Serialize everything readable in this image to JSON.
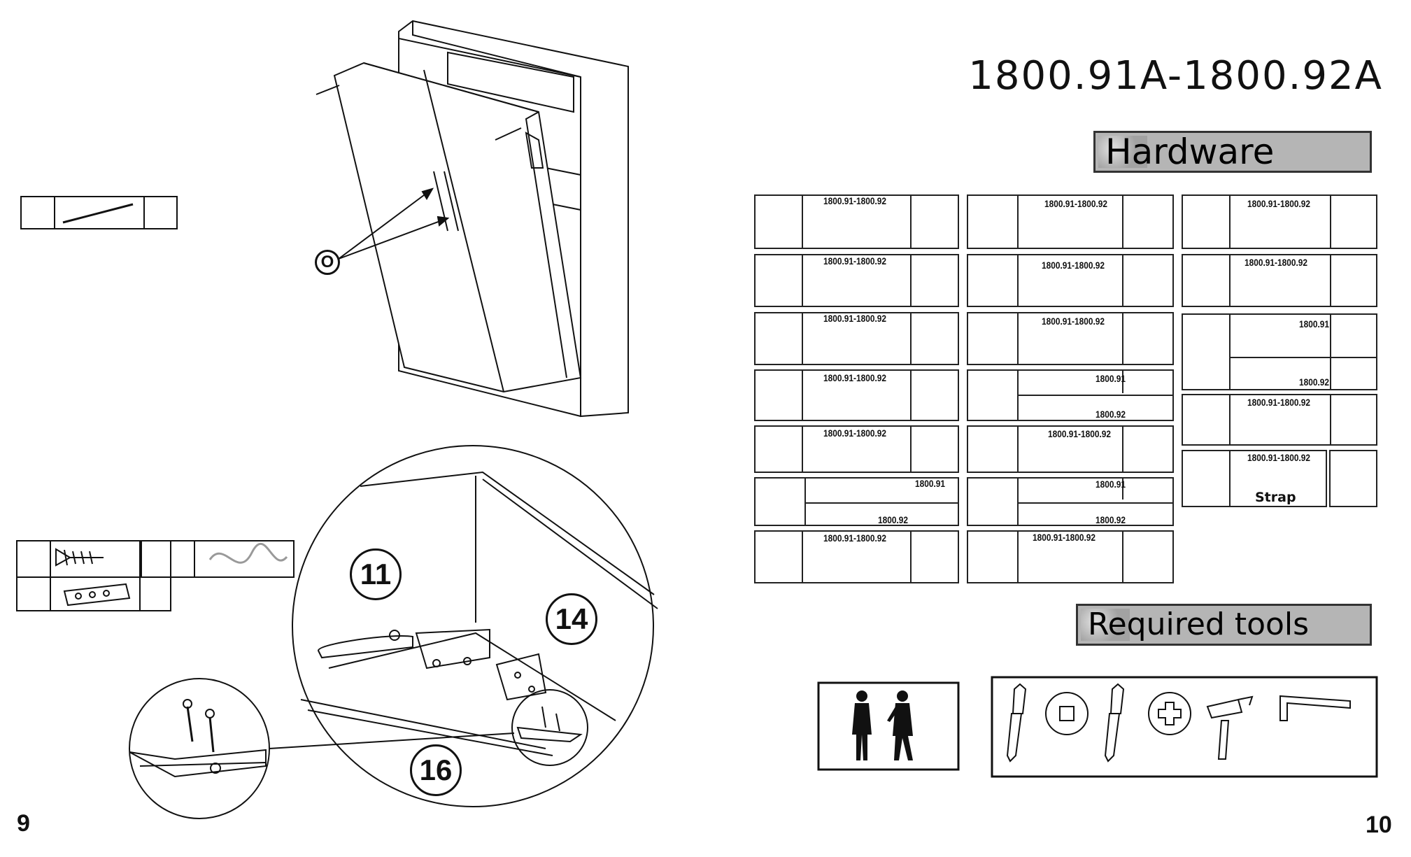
{
  "header": {
    "model": "1800.91A-1800.92A"
  },
  "sections": {
    "hardware": "Hardware",
    "tools": "Required tools"
  },
  "left": {
    "part_label": "O",
    "callouts": [
      "11",
      "14",
      "16"
    ]
  },
  "hardware": {
    "col1": [
      {
        "label": "1800.91-1800.92",
        "icon": "corner-bracket-icon"
      },
      {
        "label": "1800.91-1800.92",
        "icon": "wood-screw-icon"
      },
      {
        "label": "1800.91-1800.92",
        "icon": "safety-chain-icon"
      },
      {
        "label": "1800.91-1800.92",
        "icon": "cam-lock-icon"
      },
      {
        "label": "1800.91-1800.92",
        "icon": "cam-bolt-icon"
      },
      {
        "label_top": "1800.91",
        "label_bottom": "1800.92",
        "icon": "long-screw-icon"
      },
      {
        "label": "1800.91-1800.92",
        "icon": "mending-plate-icon"
      }
    ],
    "col2": [
      {
        "label": "1800.91-1800.92",
        "icon": "furniture-glide-icon"
      },
      {
        "label": "1800.91-1800.92",
        "icon": "phillips-screw-icon"
      },
      {
        "label": "1800.91-1800.92",
        "icon": "cover-cap-icon"
      },
      {
        "label_top": "1800.91",
        "label_bottom": "1800.92",
        "icon": "wood-dowel-icon"
      },
      {
        "label": "1800.91-1800.92",
        "icon": "connector-bolt-icon"
      },
      {
        "label_top": "1800.91",
        "label_bottom": "1800.92",
        "icon": "short-screw-icon"
      },
      {
        "label": "1800.91-1800.92",
        "icon": "u-bracket-icon"
      }
    ],
    "col3": [
      {
        "label": "1800.91-1800.92",
        "icon": "handle-bar-icon"
      },
      {
        "label": "1800.91-1800.92",
        "icon": "thin-screw-icon"
      },
      {
        "label_top": "1800.91",
        "label_bottom": "1800.92",
        "icon": "angle-bracket-icon"
      },
      {
        "label": "1800.91-1800.92",
        "icon": "round-cap-icon"
      },
      {
        "label": "1800.91-1800.92",
        "caption": "Strap",
        "icon": "strap-icon"
      }
    ]
  },
  "page_numbers": {
    "left": "9",
    "right": "10"
  }
}
